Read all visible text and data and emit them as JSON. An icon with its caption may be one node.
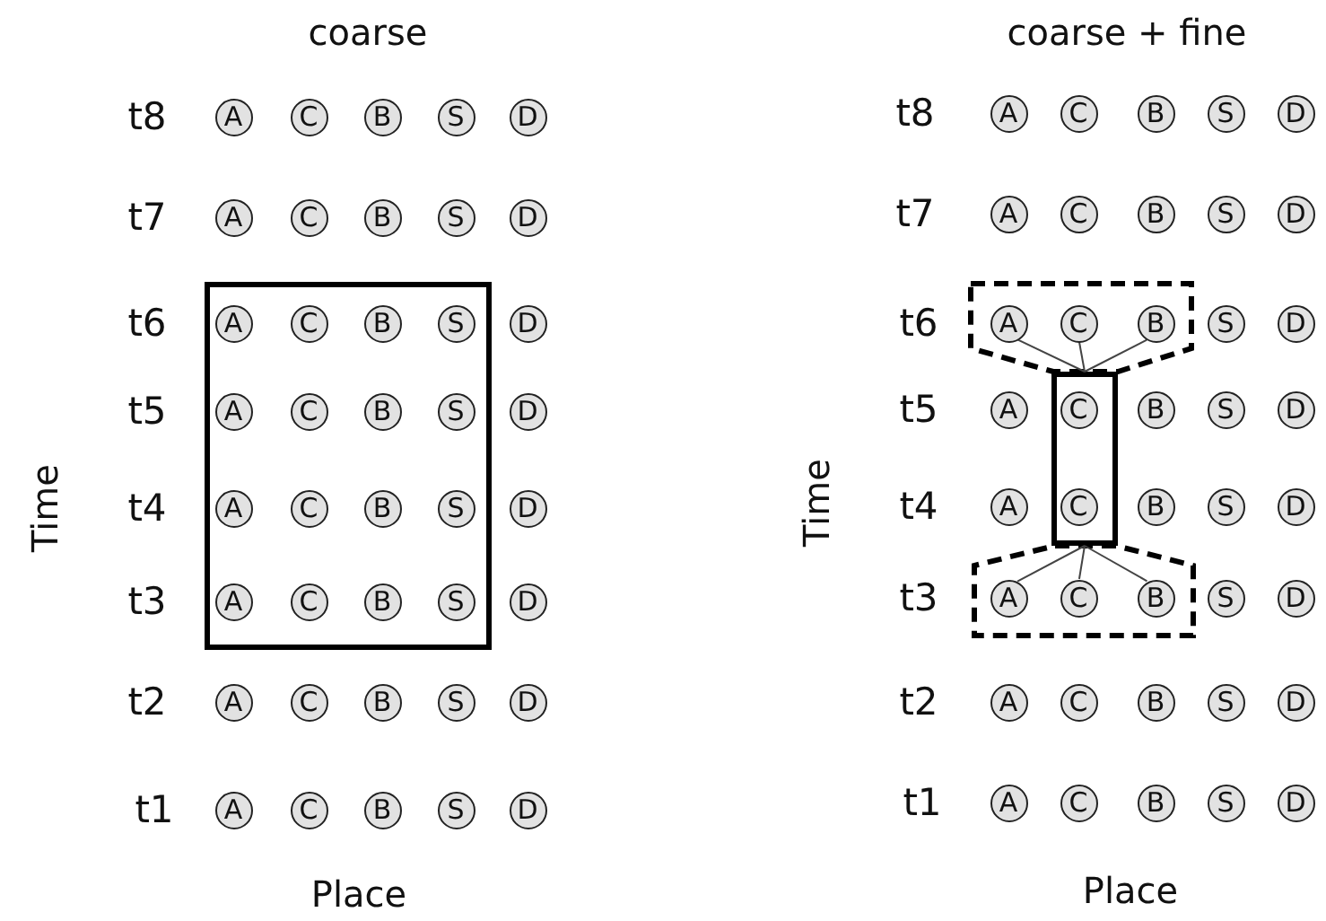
{
  "diagram": {
    "nodes": [
      {
        "text": [
          "A"
        ]
      },
      {
        "text": [
          "C"
        ]
      },
      {
        "text": [
          "B"
        ]
      },
      {
        "text": [
          "S"
        ]
      },
      {
        "text": [
          "D"
        ]
      },
      {
        "text": [
          "A"
        ]
      },
      {
        "text": [
          "C"
        ]
      },
      {
        "text": [
          "B"
        ]
      },
      {
        "text": [
          "S"
        ]
      },
      {
        "text": [
          "D"
        ]
      },
      {
        "text": [],
        "shape": "box"
      },
      {
        "text": [
          "A"
        ],
        "in": 10
      },
      {
        "text": [
          "C"
        ],
        "in": 10
      },
      {
        "text": [
          "B"
        ],
        "in": 10
      },
      {
        "text": [
          "S"
        ],
        "in": 10
      },
      {
        "text": [
          "D"
        ]
      },
      {
        "text": [
          "A"
        ],
        "in": 10
      },
      {
        "text": [
          "C"
        ],
        "in": 10
      },
      {
        "text": [
          "B"
        ],
        "in": 10
      },
      {
        "text": [
          "S"
        ],
        "in": 10
      },
      {
        "text": [
          "D"
        ]
      },
      {
        "text": [
          "A"
        ],
        "in": 10
      },
      {
        "text": [
          "C"
        ],
        "in": 10
      },
      {
        "text": [
          "B"
        ],
        "in": 10
      },
      {
        "text": [
          "S"
        ],
        "in": 10
      },
      {
        "text": [
          "D"
        ]
      },
      {
        "text": [
          "A"
        ],
        "in": 10
      },
      {
        "text": [
          "C"
        ],
        "in": 10
      },
      {
        "text": [
          "B"
        ],
        "in": 10
      },
      {
        "text": [
          "S"
        ],
        "in": 10
      },
      {
        "text": [
          "D"
        ]
      },
      {
        "text": [
          "A"
        ]
      },
      {
        "text": [
          "C"
        ]
      },
      {
        "text": [
          "B"
        ]
      },
      {
        "text": [
          "S"
        ]
      },
      {
        "text": [
          "D"
        ]
      },
      {
        "text": [
          "A"
        ]
      },
      {
        "text": [
          "C"
        ]
      },
      {
        "text": [
          "B"
        ]
      },
      {
        "text": [
          "S"
        ]
      },
      {
        "text": [
          "D"
        ]
      },
      {
        "text": [
          "A"
        ]
      },
      {
        "text": [
          "C"
        ]
      },
      {
        "text": [
          "B"
        ]
      },
      {
        "text": [
          "S"
        ]
      },
      {
        "text": [
          "D"
        ]
      },
      {
        "text": [
          "A"
        ]
      },
      {
        "text": [
          "C"
        ]
      },
      {
        "text": [
          "B"
        ]
      },
      {
        "text": [
          "S"
        ]
      },
      {
        "text": [
          "D"
        ]
      },
      {
        "text": [],
        "shape": "box"
      },
      {
        "text": [
          "A"
        ],
        "in": 51
      },
      {
        "text": [
          "C"
        ],
        "in": 51
      },
      {
        "text": [
          "B"
        ],
        "in": 51
      },
      {
        "text": [
          "S"
        ]
      },
      {
        "text": [
          "D"
        ]
      },
      {
        "text": [],
        "shape": "box"
      },
      {
        "text": [
          "A"
        ]
      },
      {
        "text": [
          "C"
        ],
        "in": 57
      },
      {
        "text": [
          "B"
        ]
      },
      {
        "text": [
          "S"
        ]
      },
      {
        "text": [
          "D"
        ]
      },
      {
        "text": [
          "A"
        ]
      },
      {
        "text": [
          "C"
        ],
        "in": 57
      },
      {
        "text": [
          "B"
        ]
      },
      {
        "text": [
          "S"
        ]
      },
      {
        "text": [
          "D"
        ]
      },
      {
        "text": [],
        "shape": "box"
      },
      {
        "text": [
          "A"
        ],
        "in": 68
      },
      {
        "text": [
          "C"
        ],
        "in": 68
      },
      {
        "text": [
          "B"
        ],
        "in": 68
      },
      {
        "text": [
          "S"
        ]
      },
      {
        "text": [
          "D"
        ]
      },
      {
        "text": [
          "A"
        ]
      },
      {
        "text": [
          "C"
        ]
      },
      {
        "text": [
          "B"
        ]
      },
      {
        "text": [
          "S"
        ]
      },
      {
        "text": [
          "D"
        ]
      },
      {
        "text": [
          "A"
        ]
      },
      {
        "text": [
          "C"
        ]
      },
      {
        "text": [
          "B"
        ]
      },
      {
        "text": [
          "S"
        ]
      },
      {
        "text": [
          "D"
        ]
      }
    ],
    "edges": [
      {
        "from": 52,
        "to": 57,
        "arrow": "none"
      },
      {
        "from": 53,
        "to": 57,
        "arrow": "none"
      },
      {
        "from": 54,
        "to": 57,
        "arrow": "none"
      },
      {
        "from": 57,
        "to": 69,
        "arrow": "none"
      },
      {
        "from": 57,
        "to": 70,
        "arrow": "none"
      },
      {
        "from": 57,
        "to": 71,
        "arrow": "none"
      }
    ],
    "labels": [
      "coarse",
      "coarse + fine",
      "t8",
      "t8",
      "t7",
      "t7",
      "t6",
      "t6",
      "t5",
      "t5",
      "Time",
      "Time",
      "t4",
      "t4",
      "t3",
      "t3",
      "t2",
      "t2",
      "t1",
      "t1",
      "Place",
      "Place"
    ]
  }
}
